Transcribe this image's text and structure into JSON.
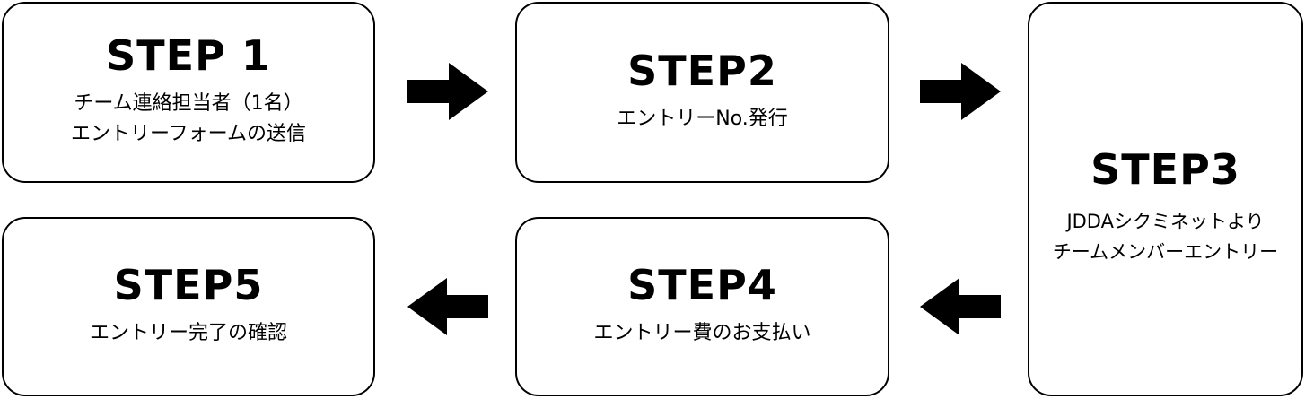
{
  "steps": {
    "step1": {
      "title": "STEP 1",
      "lines": [
        "チーム連絡担当者（1名）",
        "エントリーフォームの送信"
      ]
    },
    "step2": {
      "title": "STEP2",
      "lines": [
        "エントリーNo.発行"
      ]
    },
    "step3": {
      "title": "STEP3",
      "lines": [
        "JDDAシクミネットより",
        "チームメンバーエントリー"
      ]
    },
    "step4": {
      "title": "STEP4",
      "lines": [
        "エントリー費のお支払い"
      ]
    },
    "step5": {
      "title": "STEP5",
      "lines": [
        "エントリー完了の確認"
      ]
    }
  },
  "arrows": [
    {
      "direction": "right",
      "icon": "arrow-right-icon"
    },
    {
      "direction": "right",
      "icon": "arrow-right-icon"
    },
    {
      "direction": "left",
      "icon": "arrow-left-icon"
    },
    {
      "direction": "left",
      "icon": "arrow-left-icon"
    }
  ],
  "colors": {
    "stroke": "#000000",
    "fill": "#ffffff",
    "arrow": "#000000"
  }
}
